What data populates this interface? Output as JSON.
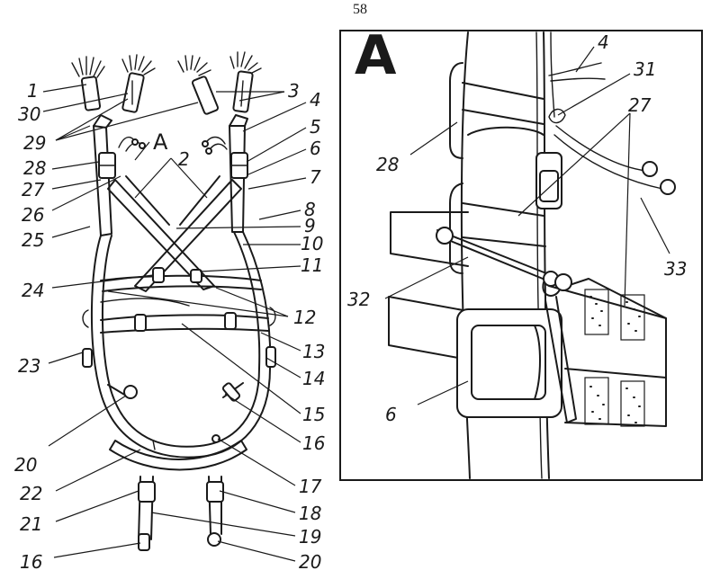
{
  "page_number": "58",
  "inset_title": "А",
  "main_marker": "А",
  "labels": {
    "l1": "1",
    "l2": "2",
    "l3": "3",
    "l4": "4",
    "l5": "5",
    "l6": "6",
    "l7": "7",
    "l8": "8",
    "l9": "9",
    "l10": "10",
    "l11": "11",
    "l12": "12",
    "l13": "13",
    "l14": "14",
    "l15": "15",
    "l16": "16",
    "l16b": "16",
    "l17": "17",
    "l18": "18",
    "l19": "19",
    "l20": "20",
    "l20b": "20",
    "l21": "21",
    "l22": "22",
    "l23": "23",
    "l24": "24",
    "l25": "25",
    "l26": "26",
    "l27": "27",
    "l28": "28",
    "l29": "29",
    "l30": "30"
  },
  "inset_labels": {
    "i4": "4",
    "i31": "31",
    "i27": "27",
    "i28": "28",
    "i32": "32",
    "i33": "33",
    "i6": "6"
  }
}
